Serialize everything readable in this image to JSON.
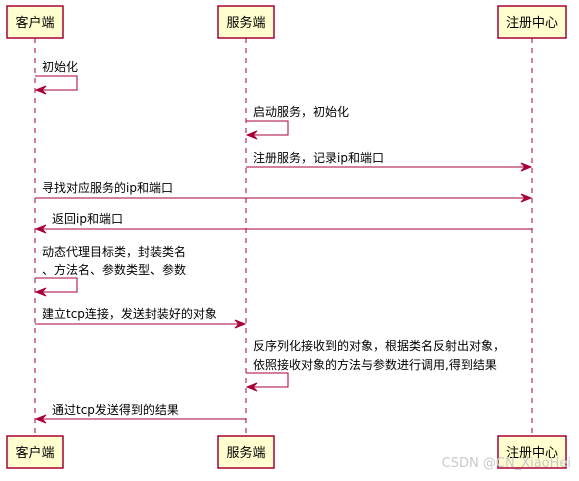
{
  "participants": [
    {
      "id": "client",
      "label": "客户端"
    },
    {
      "id": "server",
      "label": "服务端"
    },
    {
      "id": "registry",
      "label": "注册中心"
    }
  ],
  "messages": [
    {
      "from": "client",
      "to": "client",
      "lines": [
        "初始化"
      ]
    },
    {
      "from": "server",
      "to": "server",
      "lines": [
        "启动服务，初始化"
      ]
    },
    {
      "from": "server",
      "to": "registry",
      "lines": [
        "注册服务，记录ip和端口"
      ]
    },
    {
      "from": "client",
      "to": "registry",
      "lines": [
        "寻找对应服务的ip和端口"
      ]
    },
    {
      "from": "registry",
      "to": "client",
      "lines": [
        "返回ip和端口"
      ]
    },
    {
      "from": "client",
      "to": "client",
      "lines": [
        "动态代理目标类，封装类名",
        "、方法名、参数类型、参数"
      ]
    },
    {
      "from": "client",
      "to": "server",
      "lines": [
        "建立tcp连接，发送封装好的对象"
      ]
    },
    {
      "from": "server",
      "to": "server",
      "lines": [
        "反序列化接收到的对象，根据类名反射出对象，",
        "依照接收对象的方法与参数进行调用,得到结果"
      ]
    },
    {
      "from": "server",
      "to": "client",
      "lines": [
        "通过tcp发送得到的结果"
      ]
    }
  ],
  "watermark": "CSDN @CN_XiaoHei",
  "colors": {
    "box_fill": "#FEFECE",
    "line": "#A80036",
    "text": "#000000"
  }
}
